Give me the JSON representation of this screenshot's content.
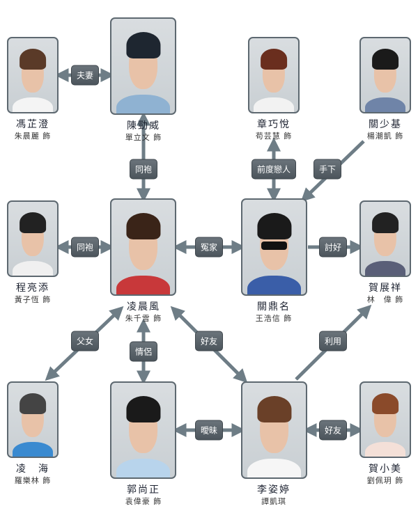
{
  "colors": {
    "arrow": "#6e7d86",
    "label_bg": "#555e66",
    "border": "#5d6870"
  },
  "characters": [
    {
      "id": "fung",
      "name": "馮芷澄",
      "actor": "朱晨麗 飾"
    },
    {
      "id": "chan",
      "name": "陳勁威",
      "actor": "單立文 飾"
    },
    {
      "id": "cheung",
      "name": "章巧悅",
      "actor": "苟芸慧 飾"
    },
    {
      "id": "kwan_siu",
      "name": "關少基",
      "actor": "楊潮凱 飾"
    },
    {
      "id": "ching",
      "name": "程亮添",
      "actor": "黃子恆 飾"
    },
    {
      "id": "ling_sun",
      "name": "凌晨風",
      "actor": "朱千雪 飾"
    },
    {
      "id": "kwan_ding",
      "name": "關鼎名",
      "actor": "王浩信 飾"
    },
    {
      "id": "ho_chin",
      "name": "賀展祥",
      "actor": "林　偉 飾"
    },
    {
      "id": "ling_hoi",
      "name": "凌　海",
      "actor": "羅樂林 飾"
    },
    {
      "id": "kwok",
      "name": "郭尚正",
      "actor": "袁偉豪 飾"
    },
    {
      "id": "lee",
      "name": "李姿婷",
      "actor": "譚凱琪"
    },
    {
      "id": "ho_siu",
      "name": "賀小美",
      "actor": "劉佩玥 飾"
    }
  ],
  "relations": [
    {
      "label": "夫妻",
      "from": "fung",
      "to": "chan",
      "direction": "both"
    },
    {
      "label": "同袍",
      "from": "chan",
      "to": "ling_sun",
      "direction": "both"
    },
    {
      "label": "前度戀人",
      "from": "cheung",
      "to": "kwan_ding",
      "direction": "both"
    },
    {
      "label": "手下",
      "from": "kwan_siu",
      "to": "kwan_ding",
      "direction": "forward"
    },
    {
      "label": "同袍",
      "from": "ching",
      "to": "ling_sun",
      "direction": "both"
    },
    {
      "label": "冤家",
      "from": "ling_sun",
      "to": "kwan_ding",
      "direction": "both"
    },
    {
      "label": "討好",
      "from": "kwan_ding",
      "to": "ho_chin",
      "direction": "forward"
    },
    {
      "label": "父女",
      "from": "ling_sun",
      "to": "ling_hoi",
      "direction": "both"
    },
    {
      "label": "情侶",
      "from": "ling_sun",
      "to": "kwok",
      "direction": "both"
    },
    {
      "label": "好友",
      "from": "ling_sun",
      "to": "lee",
      "direction": "both"
    },
    {
      "label": "利用",
      "from": "lee",
      "to": "ho_chin",
      "direction": "forward"
    },
    {
      "label": "曖昧",
      "from": "kwok",
      "to": "lee",
      "direction": "both"
    },
    {
      "label": "好友",
      "from": "lee",
      "to": "ho_siu",
      "direction": "both"
    }
  ]
}
